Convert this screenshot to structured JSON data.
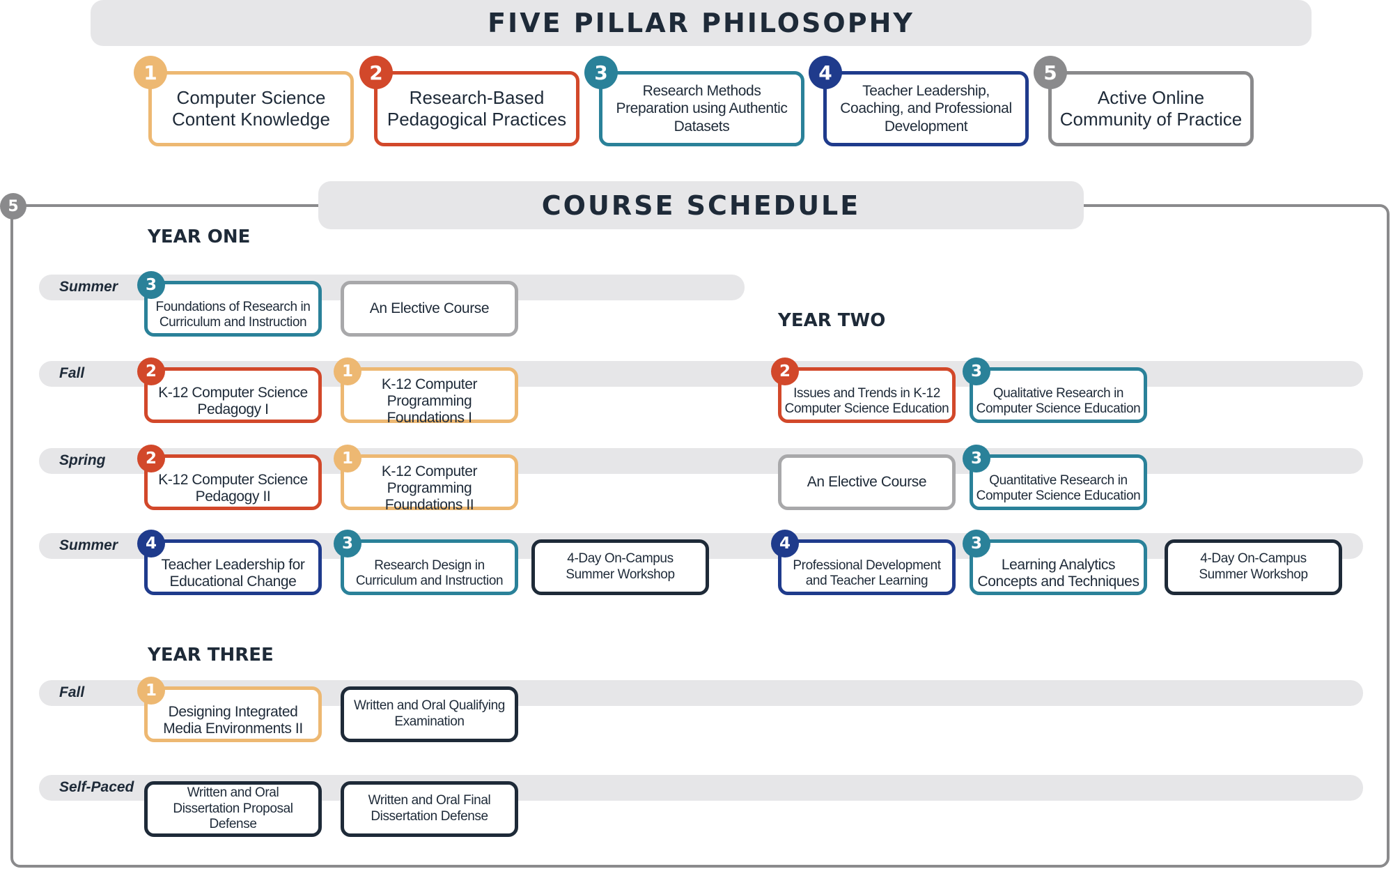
{
  "title": "FIVE PILLAR PHILOSOPHY",
  "colors": {
    "1": "#edb872",
    "2": "#d2482a",
    "3": "#2a8199",
    "4": "#1f3b8c",
    "5": "#8a8a8c",
    "elective": "#a8a8aa",
    "other": "#1e2a38"
  },
  "pillars": [
    {
      "number": "1",
      "label": "Computer Science Content Knowledge"
    },
    {
      "number": "2",
      "label": "Research-Based Pedagogical Practices"
    },
    {
      "number": "3",
      "label": "Research Methods Preparation using Authentic Datasets"
    },
    {
      "number": "4",
      "label": "Teacher Leadership, Coaching, and Professional Development"
    },
    {
      "number": "5",
      "label": "Active Online Community of Practice"
    }
  ],
  "schedule": {
    "title": "COURSE SCHEDULE",
    "badge": "5",
    "years": [
      {
        "label": "YEAR ONE",
        "terms": [
          {
            "label": "Summer",
            "courses": [
              {
                "title": "Foundations of Research in Curriculum and Instruction",
                "pillar": "3"
              },
              {
                "title": "An Elective Course",
                "pillar": "elective"
              }
            ]
          },
          {
            "label": "Fall",
            "courses": [
              {
                "title": "K-12 Computer Science Pedagogy I",
                "pillar": "2"
              },
              {
                "title": "K-12 Computer Programming Foundations I",
                "pillar": "1"
              }
            ]
          },
          {
            "label": "Spring",
            "courses": [
              {
                "title": "K-12 Computer Science Pedagogy II",
                "pillar": "2"
              },
              {
                "title": "K-12 Computer Programming Foundations II",
                "pillar": "1"
              }
            ]
          },
          {
            "label": "Summer",
            "courses": [
              {
                "title": "Teacher Leadership for Educational Change",
                "pillar": "4"
              },
              {
                "title": "Research Design in Curriculum and Instruction",
                "pillar": "3"
              },
              {
                "title": "4-Day On-Campus Summer Workshop",
                "pillar": "other"
              }
            ]
          }
        ]
      },
      {
        "label": "YEAR TWO",
        "terms": [
          {
            "label": "",
            "courses": [
              {
                "title": "Issues and Trends in K-12 Computer Science Education",
                "pillar": "2"
              },
              {
                "title": "Qualitative Research in Computer Science Education",
                "pillar": "3"
              }
            ]
          },
          {
            "label": "",
            "courses": [
              {
                "title": "An Elective Course",
                "pillar": "elective"
              },
              {
                "title": "Quantitative Research in Computer Science Education",
                "pillar": "3"
              }
            ]
          },
          {
            "label": "",
            "courses": [
              {
                "title": "Professional Development and Teacher Learning",
                "pillar": "4"
              },
              {
                "title": "Learning Analytics Concepts and Techniques",
                "pillar": "3"
              },
              {
                "title": "4-Day On-Campus Summer Workshop",
                "pillar": "other"
              }
            ]
          }
        ]
      },
      {
        "label": "YEAR THREE",
        "terms": [
          {
            "label": "Fall",
            "courses": [
              {
                "title": "Designing Integrated Media Environments II",
                "pillar": "1"
              },
              {
                "title": "Written and Oral Qualifying Examination",
                "pillar": "other"
              }
            ]
          },
          {
            "label": "Self-Paced",
            "courses": [
              {
                "title": "Written and Oral Dissertation Proposal Defense",
                "pillar": "other"
              },
              {
                "title": "Written and Oral Final Dissertation Defense",
                "pillar": "other"
              }
            ]
          }
        ]
      }
    ]
  }
}
